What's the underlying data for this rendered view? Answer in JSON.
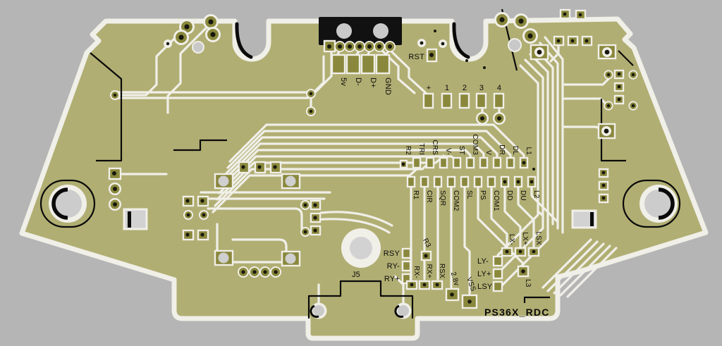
{
  "board": {
    "name": "PS36X_RDC",
    "connector_label": "J5",
    "reset_label": "RST",
    "colors": {
      "background": "#b5b5b5",
      "substrate": "#b1ae73",
      "trace": "#f0efe8",
      "pad": "#8a883c",
      "silkscreen": "#0a0a0a"
    }
  },
  "usb": {
    "labels": [
      "5v",
      "D-",
      "D+",
      "GND"
    ]
  },
  "programming": {
    "labels": [
      "+",
      "1",
      "2",
      "3",
      "4"
    ]
  },
  "center_rows": {
    "top": [
      "R2",
      "TRI",
      "CRS",
      "V-",
      "ST",
      "COM3",
      "V",
      "DR",
      "DL",
      "L1"
    ],
    "bottom": [
      "R1",
      "CIR",
      "SQR",
      "COM2",
      "SL",
      "PS",
      "COM1",
      "DD",
      "DU",
      "L2"
    ]
  },
  "right_stick": {
    "side_labels": [
      "RSY",
      "RY-",
      "RY+"
    ],
    "bottom_labels": [
      "RX-",
      "RX+",
      "RSX"
    ],
    "button": "R3",
    "voltage": "2.8v",
    "ground": "VSS"
  },
  "left_stick": {
    "side_labels": [
      "LY-",
      "LY+",
      "LSY"
    ],
    "top_labels": [
      "LX-",
      "LX+",
      "LSX"
    ],
    "button": "L3"
  }
}
